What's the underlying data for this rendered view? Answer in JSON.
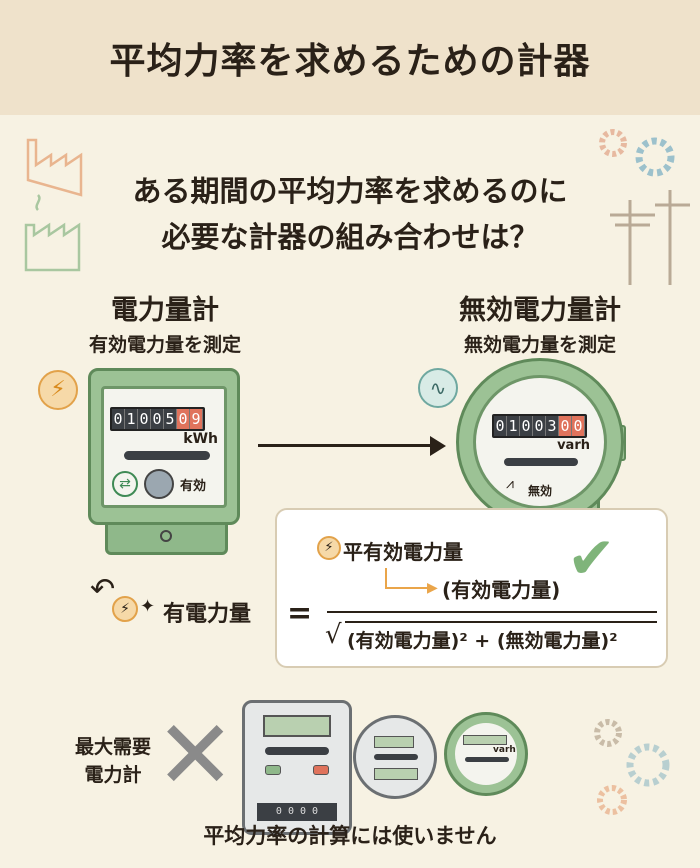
{
  "title": "平均力率を求めるための計器",
  "question": [
    "ある期間の平均力率を求めるのに",
    "必要な計器の組み合わせは？"
  ],
  "left_meter": {
    "name": "電力量計",
    "desc": "有効電力量を測定",
    "digits": [
      "0",
      "1",
      "0",
      "0",
      "5",
      "0",
      "9"
    ],
    "unit": "kWh",
    "dial_label": "有効",
    "caption": "有電力量"
  },
  "right_meter": {
    "name": "無効電力量計",
    "desc": "無効電力量を測定",
    "digits": [
      "0",
      "1",
      "0",
      "0",
      "3",
      "0",
      "0"
    ],
    "unit": "varh",
    "dial_label": "無効"
  },
  "formula": {
    "lhs_label": "平有効電力量",
    "equals": "=",
    "numerator": "(有効電力量)",
    "denominator": "(有効電力量)² + (無効電力量)²"
  },
  "not_used": {
    "meter_name": [
      "最大需要",
      "電力計"
    ],
    "counter": "0 0 0 0",
    "unit": "varh",
    "caption": "平均力率の計算には使いません"
  },
  "colors": {
    "green": "#8fb88a",
    "orange": "#e9a54a",
    "red": "#e0735c",
    "gray": "#8a8a8a"
  }
}
